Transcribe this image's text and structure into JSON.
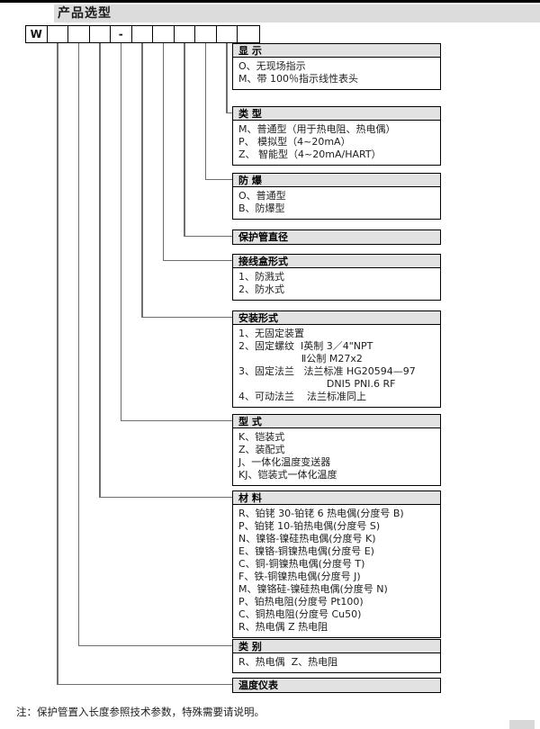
{
  "page": {
    "title": "产品选型",
    "note": "注：保护管置入长度参照技术参数，特殊需要请说明。"
  },
  "code_row": {
    "cells": [
      "W",
      "",
      "",
      "",
      "-",
      "",
      "",
      "",
      "",
      "",
      ""
    ]
  },
  "sections": [
    {
      "key": "display",
      "header": "显     示",
      "lines": [
        "O、无现场指示",
        "M、带 100％指示线性表头"
      ]
    },
    {
      "key": "type",
      "header": "类     型",
      "lines": [
        "M、普通型（用于热电阻、热电偶）",
        "P、 模拟型（4~20mA）",
        "Z、 智能型（4~20mA/HART）"
      ]
    },
    {
      "key": "explosion_proof",
      "header": "防     爆",
      "lines": [
        "O、普通型",
        "B、防爆型"
      ]
    },
    {
      "key": "protection_tube_diameter",
      "header": "保护管直径",
      "lines": []
    },
    {
      "key": "junction_box_form",
      "header": "接线盒形式",
      "lines": [
        "1、防溅式",
        "2、防水式"
      ]
    },
    {
      "key": "installation_form",
      "header": "安装形式",
      "lines": [
        "1、无固定装置",
        "2、固定螺纹  Ⅰ英制 3／4\"NPT",
        "                    Ⅱ公制 M27x2",
        "3、固定法兰   法兰标准 HG20594—97",
        "                            DNI5 PNI.6 RF",
        "4、可动法兰    法兰标准同上"
      ]
    },
    {
      "key": "model_form",
      "header": "型     式",
      "lines": [
        "K、铠装式",
        "Z、装配式",
        "J、一体化温度变送器",
        "KJ、铠装式一体化温度"
      ]
    },
    {
      "key": "material",
      "header": "材     料",
      "lines": [
        "R、铂铑 30-铂铑 6 热电偶(分度号 B)",
        "P、铂铑 10-铂热电偶(分度号 S)",
        "N、镍铬-镍硅热电偶(分度号 K)",
        "E、镍铬-铜镍热电偶(分度号 E)",
        "C、铜-铜镍热电偶(分度号 T)",
        "F、铁-铜镍热电偶(分度号 J)",
        "M、镍铬硅-镍硅热电偶(分度号 N)",
        "P、铂热电阻(分度号 Pt100)",
        "C、铜热电阻(分度号 Cu50)",
        "R、热电偶 Z 热电阻"
      ]
    },
    {
      "key": "category",
      "header": "类     别",
      "lines": [
        "R、热电偶  Z、热电阻"
      ]
    },
    {
      "key": "temperature_instrument",
      "header": "温度仪表",
      "lines": []
    }
  ]
}
